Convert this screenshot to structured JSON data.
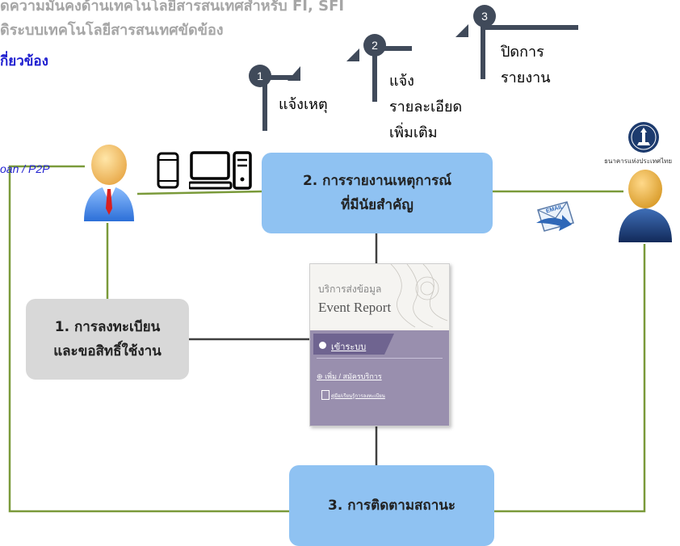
{
  "header": {
    "line1": "ดความมั่นคงด้านเทคโนโลยีสารสนเทศสำหรับ FI, SFI",
    "line2": "ดิระบบเทคโนโลยีสารสนเทศขัดข้อง",
    "line3": "กี่ยวข้อง"
  },
  "steps": [
    {
      "num": "1",
      "label": "แจ้งเหตุ"
    },
    {
      "num": "2",
      "label_lines": [
        "แจ้ง",
        "รายละเอียด",
        "เพิ่มเติม"
      ]
    },
    {
      "num": "3",
      "label_lines": [
        "ปิดการ",
        "รายงาน"
      ]
    }
  ],
  "boxes": {
    "register": [
      "1. การลงทะเบียน",
      "และขอสิทธิ์ใช้งาน"
    ],
    "report": [
      "2. การรายงานเหตุการณ์",
      "ที่มีนัยสำคัญ"
    ],
    "track": "3. การติดตามสถานะ"
  },
  "actors": {
    "left_label": "oan / P2P",
    "right_label": "ธนาคารแห่งประเทศไทย"
  },
  "email_label": "EMAIL",
  "portal": {
    "subtitle": "บริการส่งข้อมูล",
    "title": "Event Report",
    "login": "เข้าระบบ",
    "add": "เพิ่ม / สมัครบริการ",
    "manual": "คู่มือ/เรียนรู้การลงทะเบียน"
  },
  "colors": {
    "line": "#7a9a3a",
    "box_blue": "#8fc2f2",
    "box_gray": "#d8d8d8",
    "step_circle": "#404a5a",
    "step_bar": "#404a5a"
  }
}
